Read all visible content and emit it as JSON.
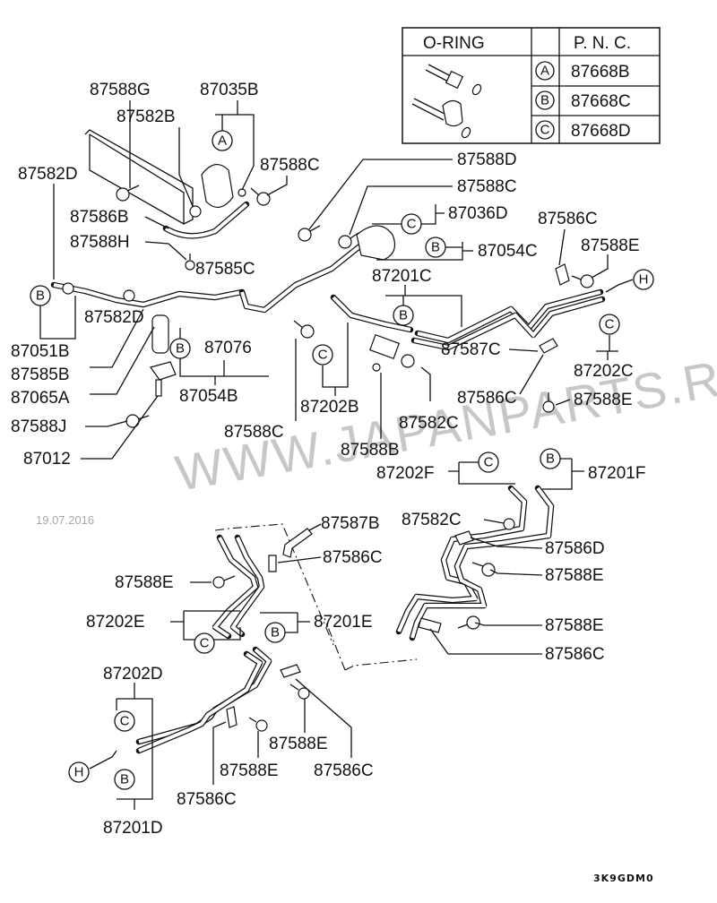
{
  "diagram": {
    "code": "3K9GDM0",
    "watermark": "WWW.JAPANPARTS.RU",
    "date_stamp": "19.07.2016"
  },
  "oring_table": {
    "header_left": "O-RING",
    "header_right": "P. N. C.",
    "rows": [
      {
        "letter": "A",
        "pnc": "87668B"
      },
      {
        "letter": "B",
        "pnc": "87668C"
      },
      {
        "letter": "C",
        "pnc": "87668D"
      }
    ]
  },
  "callouts": {
    "A": "A",
    "B": "B",
    "C": "C",
    "H": "H"
  },
  "labels": {
    "l_87588G": "87588G",
    "l_87035B": "87035B",
    "l_87582B": "87582B",
    "l_87582D_top": "87582D",
    "l_87588C_top": "87588C",
    "l_87588D": "87588D",
    "l_87588C_r": "87588C",
    "l_87036D": "87036D",
    "l_87586B": "87586B",
    "l_87588H": "87588H",
    "l_87585C": "87585C",
    "l_87054C": "87054C",
    "l_87586C_tr": "87586C",
    "l_87588E_tr": "87588E",
    "l_87582D_mid": "87582D",
    "l_87201C": "87201C",
    "l_87051B": "87051B",
    "l_87076": "87076",
    "l_87585B": "87585B",
    "l_87587C": "87587C",
    "l_87202C": "87202C",
    "l_87065A": "87065A",
    "l_87054B": "87054B",
    "l_87202B": "87202B",
    "l_87586C_mid": "87586C",
    "l_87588E_mid": "87588E",
    "l_87588J": "87588J",
    "l_87588C_bot": "87588C",
    "l_87582C_mid": "87582C",
    "l_87012": "87012",
    "l_87588B": "87588B",
    "l_87202F": "87202F",
    "l_87201F": "87201F",
    "l_87582C_low": "87582C",
    "l_87587B": "87587B",
    "l_87586D": "87586D",
    "l_87586C_l": "87586C",
    "l_87588E_l": "87588E",
    "l_87588E_r1": "87588E",
    "l_87202E": "87202E",
    "l_87201E": "87201E",
    "l_87588E_r2": "87588E",
    "l_87586C_r2": "87586C",
    "l_87202D": "87202D",
    "l_87588E_b1": "87588E",
    "l_87588E_b2": "87588E",
    "l_87586C_b1": "87586C",
    "l_87586C_b2": "87586C",
    "l_87201D": "87201D"
  }
}
